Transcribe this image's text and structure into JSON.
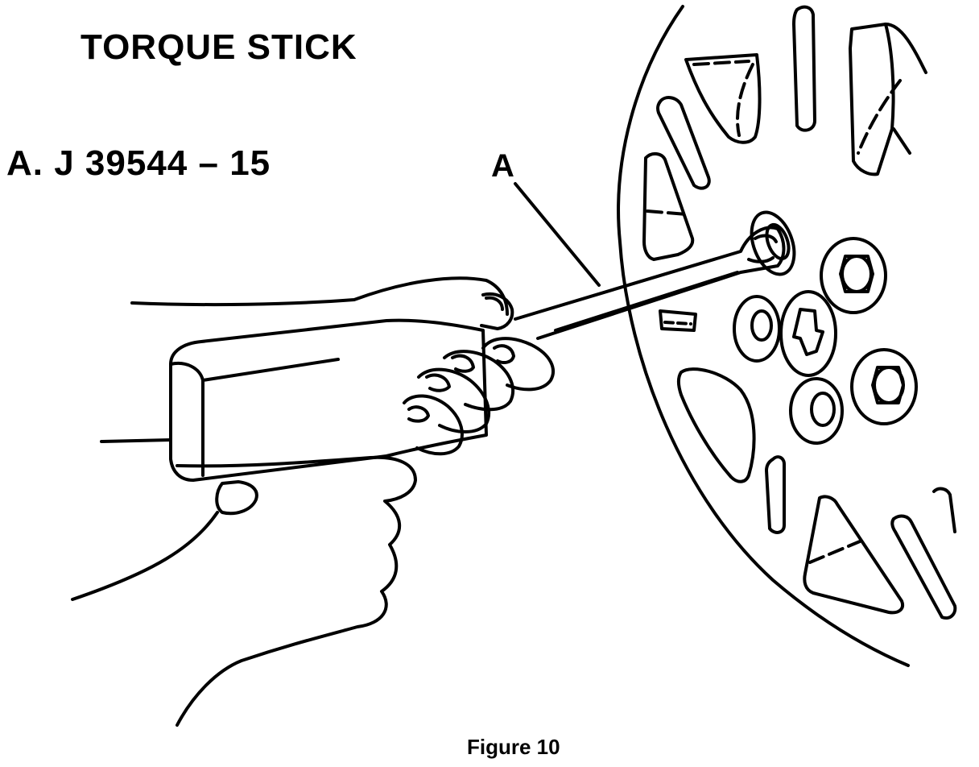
{
  "figure": {
    "title": "TORQUE STICK",
    "part_label": "A. J 39544 – 15",
    "callout_letter": "A",
    "caption": "Figure 10"
  },
  "colors": {
    "ink": "#000000",
    "background": "#ffffff"
  }
}
